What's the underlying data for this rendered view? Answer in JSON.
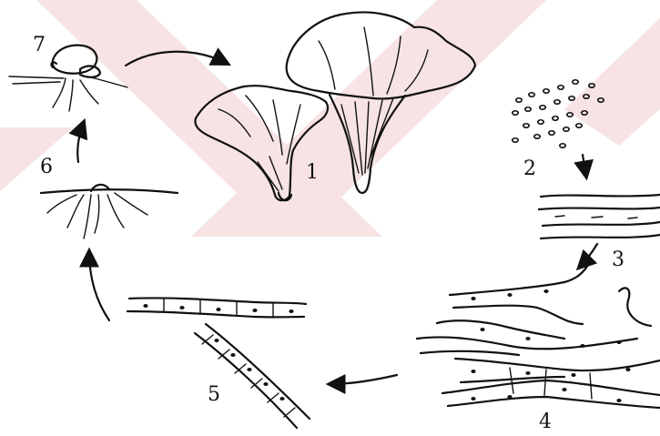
{
  "diagram": {
    "stage_labels": [
      "1",
      "2",
      "3",
      "4",
      "5",
      "6",
      "7"
    ]
  }
}
